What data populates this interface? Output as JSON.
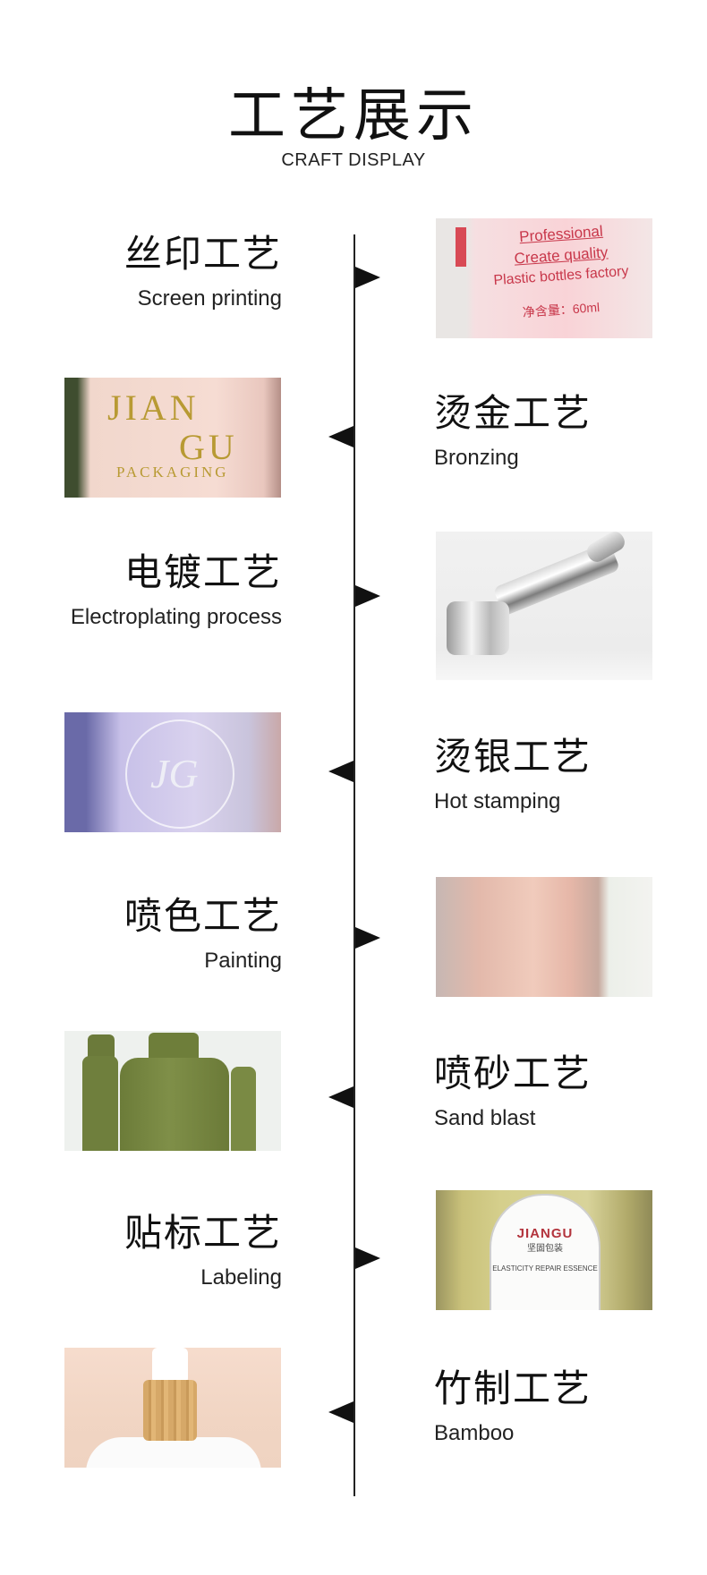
{
  "header": {
    "title": "工艺展示",
    "subtitle": "CRAFT DISPLAY"
  },
  "crafts": [
    {
      "cn": "丝印工艺",
      "en": "Screen printing",
      "text_side": "left"
    },
    {
      "cn": "烫金工艺",
      "en": "Bronzing",
      "text_side": "right"
    },
    {
      "cn": "电镀工艺",
      "en": "Electroplating process",
      "text_side": "left"
    },
    {
      "cn": "烫银工艺",
      "en": "Hot stamping",
      "text_side": "right"
    },
    {
      "cn": "喷色工艺",
      "en": "Painting",
      "text_side": "left"
    },
    {
      "cn": "喷砂工艺",
      "en": "Sand blast",
      "text_side": "right"
    },
    {
      "cn": "贴标工艺",
      "en": "Labeling",
      "text_side": "left"
    },
    {
      "cn": "竹制工艺",
      "en": "Bamboo",
      "text_side": "right"
    }
  ],
  "photos": {
    "screen": {
      "line1": "Professional",
      "line2": "Create quality",
      "line3": "Plastic bottles factory",
      "line4": "净含量：60ml"
    },
    "bronze": {
      "line1": "JIAN",
      "line2": "GU",
      "line3": "PACKAGING"
    },
    "silver": {
      "mono": "JG"
    },
    "label": {
      "brand": "JIANGU",
      "brand_cn": "坚固包装",
      "product": "ELASTICITY REPAIR ESSENCE"
    }
  }
}
